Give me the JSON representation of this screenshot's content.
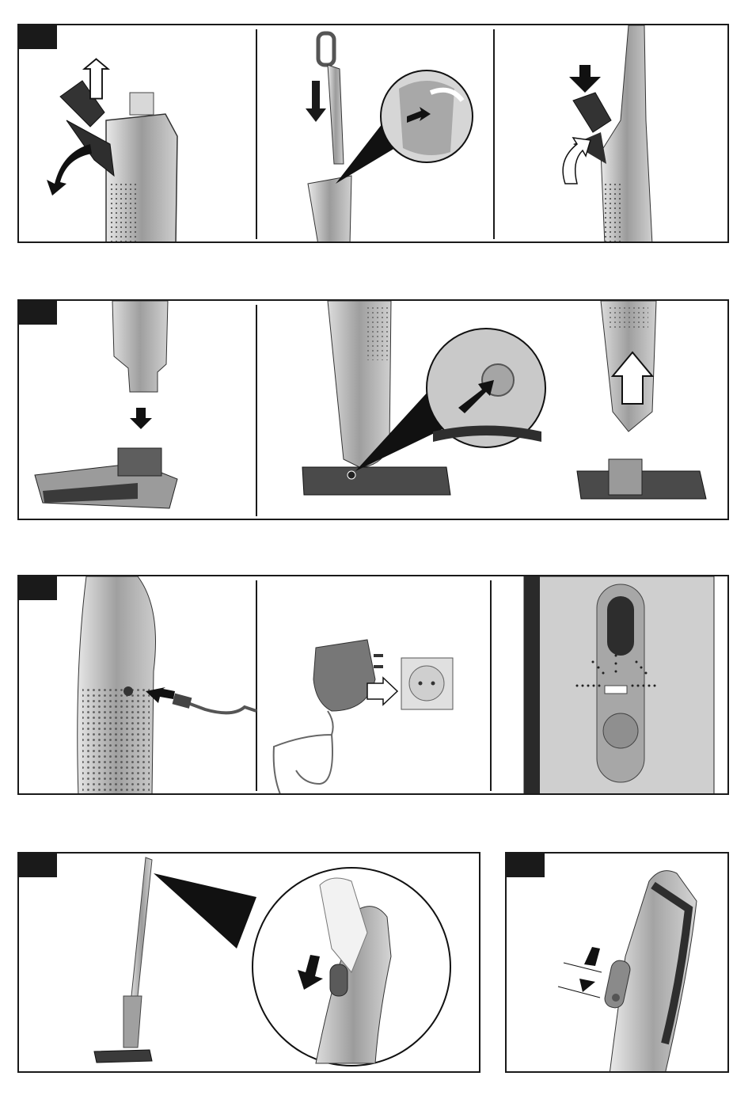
{
  "document": {
    "panels": [
      {
        "id": "step-1",
        "subpanels": 3
      },
      {
        "id": "step-2",
        "subpanels": 2
      },
      {
        "id": "step-3",
        "subpanels": 3
      },
      {
        "id": "step-4",
        "subpanels": 1
      },
      {
        "id": "step-5",
        "subpanels": 1
      }
    ]
  },
  "colors": {
    "frame": "#1a1a1a",
    "device_light": "#c9c9c9",
    "device_mid": "#9a9a9a",
    "device_dark": "#4a4a4a",
    "arrow_dark": "#1a1a1a",
    "arrow_outline": "#ffffff"
  }
}
